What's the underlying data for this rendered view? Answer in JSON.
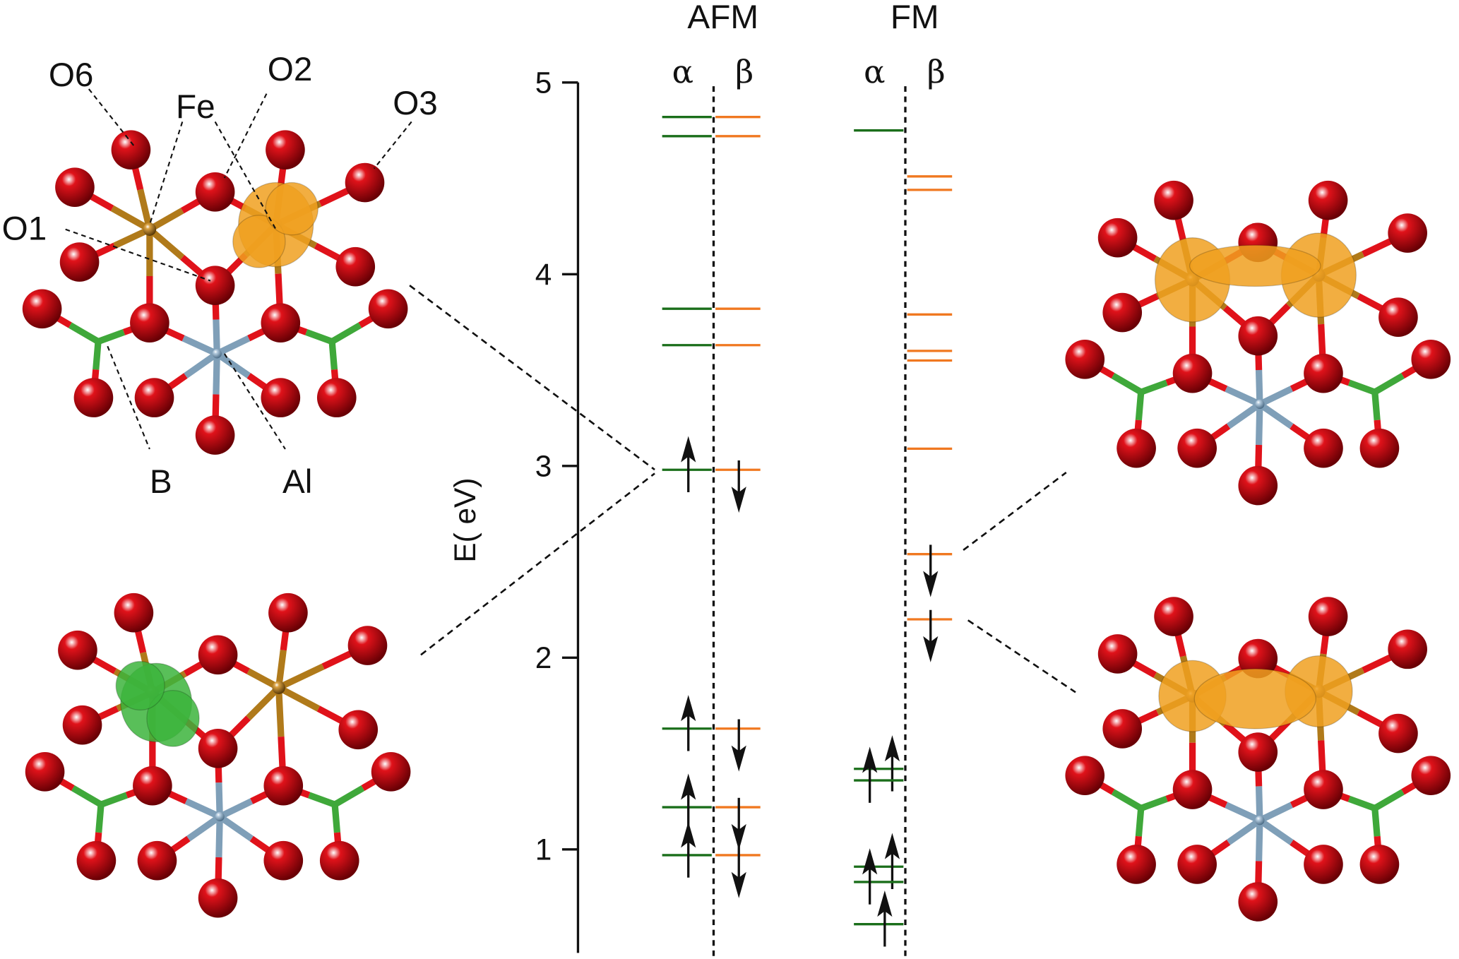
{
  "atom_labels": {
    "o6": "O6",
    "fe": "Fe",
    "o2": "O2",
    "o3": "O3",
    "o1": "O1",
    "b": "B",
    "al": "Al"
  },
  "colors": {
    "oxygen": "#e0121a",
    "iron": "#b07a1a",
    "boron": "#3fa83a",
    "aluminum": "#7f9fb8",
    "alpha_level": "#1a6e1a",
    "beta_level": "#f07820",
    "orange_density": "#f0a020",
    "green_density": "#3cb43c"
  },
  "chart_data": {
    "type": "energy-level-diagram",
    "ylabel": "E( eV)",
    "ylim": [
      0.46,
      5.0
    ],
    "yticks": [
      "1",
      "2",
      "3",
      "4",
      "5"
    ],
    "ytick_values": [
      1,
      2,
      3,
      4,
      5
    ],
    "panels": [
      {
        "title": "AFM",
        "alpha_label": "α",
        "beta_label": "β",
        "alpha": [
          {
            "e": 4.82,
            "occ": 0
          },
          {
            "e": 4.72,
            "occ": 0
          },
          {
            "e": 3.82,
            "occ": 0
          },
          {
            "e": 3.63,
            "occ": 0
          },
          {
            "e": 2.98,
            "occ": 1
          },
          {
            "e": 1.63,
            "occ": 1
          },
          {
            "e": 1.22,
            "occ": 1
          },
          {
            "e": 0.97,
            "occ": 1
          }
        ],
        "beta": [
          {
            "e": 4.82,
            "occ": 0
          },
          {
            "e": 4.72,
            "occ": 0
          },
          {
            "e": 3.82,
            "occ": 0
          },
          {
            "e": 3.63,
            "occ": 0
          },
          {
            "e": 2.98,
            "occ": 1
          },
          {
            "e": 1.63,
            "occ": 1
          },
          {
            "e": 1.22,
            "occ": 1
          },
          {
            "e": 0.97,
            "occ": 1
          }
        ]
      },
      {
        "title": "FM",
        "alpha_label": "α",
        "beta_label": "β",
        "alpha": [
          {
            "e": 4.75,
            "occ": 0
          },
          {
            "e": 1.42,
            "occ": 1
          },
          {
            "e": 1.36,
            "occ": 1
          },
          {
            "e": 0.91,
            "occ": 1
          },
          {
            "e": 0.83,
            "occ": 1
          },
          {
            "e": 0.61,
            "occ": 1
          }
        ],
        "beta": [
          {
            "e": 4.51,
            "occ": 0
          },
          {
            "e": 4.44,
            "occ": 0
          },
          {
            "e": 3.79,
            "occ": 0
          },
          {
            "e": 3.6,
            "occ": 0
          },
          {
            "e": 3.55,
            "occ": 0
          },
          {
            "e": 3.09,
            "occ": 0
          },
          {
            "e": 2.54,
            "occ": 1
          },
          {
            "e": 2.2,
            "occ": 1
          }
        ]
      }
    ]
  }
}
